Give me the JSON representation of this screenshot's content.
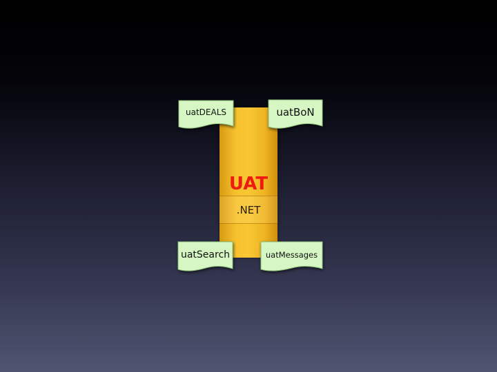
{
  "diagram": {
    "core": {
      "title": "UAT",
      "subtitle": ".NET"
    },
    "documents": {
      "top_left": "uatDEALS",
      "top_right": "uatBoN",
      "bottom_left": "uatSearch",
      "bottom_right": "uatMessages"
    }
  },
  "colors": {
    "background_top": "#000000",
    "background_bottom": "#4f5470",
    "column_fill": "#f6c22e",
    "title_text": "#ee1c10",
    "document_fill": "#d6f7c4",
    "document_stroke": "#8fbf7a"
  }
}
